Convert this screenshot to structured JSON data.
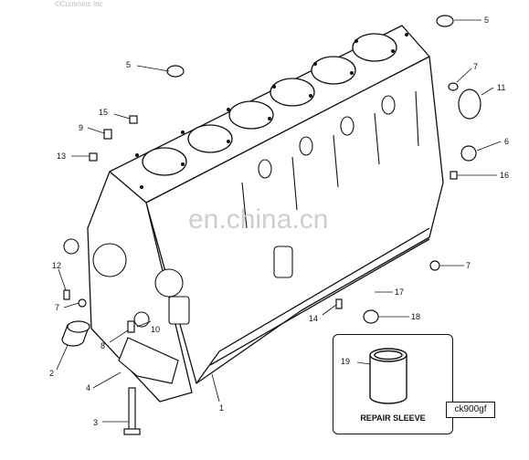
{
  "copyright": "©Cummins Inc",
  "watermark": "en.china.cn",
  "drawing_code": "ck900gf",
  "inset": {
    "callout": "19",
    "caption": "REPAIR SLEEVE"
  },
  "callouts": [
    "5",
    "5",
    "7",
    "11",
    "15",
    "9",
    "6",
    "13",
    "16",
    "12",
    "7",
    "7",
    "17",
    "10",
    "14",
    "18",
    "8",
    "2",
    "4",
    "1",
    "3"
  ]
}
